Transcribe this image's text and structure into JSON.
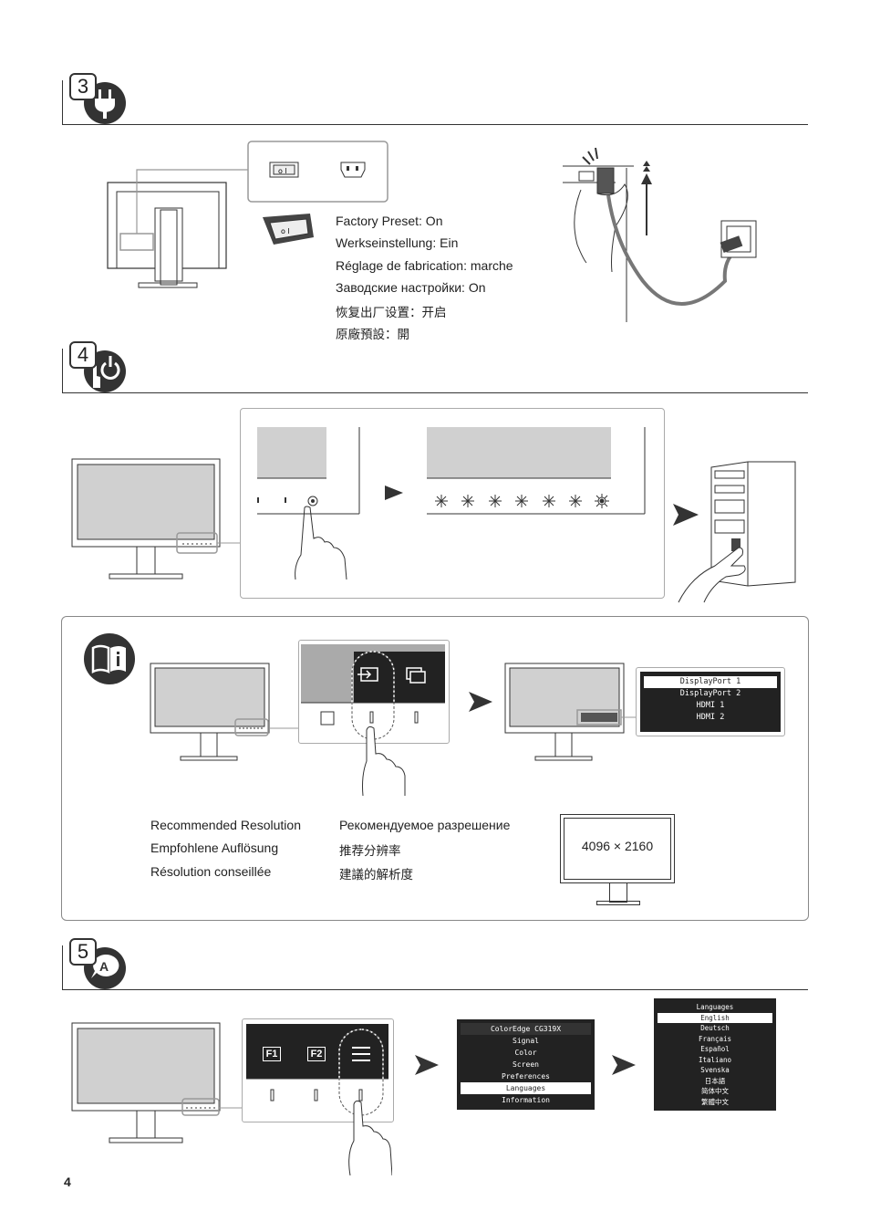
{
  "steps": {
    "step3": {
      "number": "3"
    },
    "step4": {
      "number": "4"
    },
    "step5": {
      "number": "5"
    }
  },
  "step3": {
    "factory_preset": [
      "Factory Preset: On",
      "Werkseinstellung: Ein",
      "Réglage de fabrication: marche",
      "Заводские настройки: On",
      "恢复出厂设置：开启",
      "原廠預設：開"
    ]
  },
  "info": {
    "input_menu": [
      "DisplayPort 1",
      "DisplayPort 2",
      "HDMI 1",
      "HDMI 2"
    ],
    "recommended_left": [
      "Recommended Resolution",
      "Empfohlene Auflösung",
      "Résolution conseillée"
    ],
    "recommended_right": [
      "Рекомендуемое разрешение",
      "推荐分辨率",
      "建議的解析度"
    ],
    "resolution": "4096 × 2160"
  },
  "step5": {
    "buttons": [
      "F1",
      "F2"
    ],
    "main_menu": [
      "ColorEdge CG319X",
      "Signal",
      "Color",
      "Screen",
      "Preferences",
      "Languages",
      "Information"
    ],
    "languages_menu": [
      "Languages",
      "English",
      "Deutsch",
      "Français",
      "Español",
      "Italiano",
      "Svenska",
      "日本語",
      "简体中文",
      "繁體中文"
    ]
  },
  "page_number": "4",
  "colors": {
    "line": "#333333",
    "screen_gray": "#d0d0d0",
    "osd_bg": "#222222",
    "box_border": "#aaaaaa"
  }
}
